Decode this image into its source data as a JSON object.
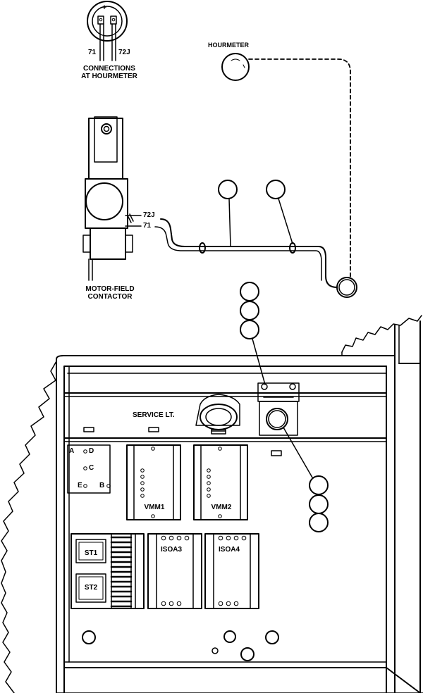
{
  "labels": {
    "hourmeter": "HOURMETER",
    "connections_line1": "CONNECTIONS",
    "connections_line2": "AT HOURMETER",
    "plus_sign": "+",
    "terminal_71": "71",
    "terminal_72j": "72J",
    "contactor_wire_72j": "72J",
    "contactor_wire_71": "71",
    "motor_field_line1": "MOTOR-FIELD",
    "motor_field_line2": "CONTACTOR",
    "service_light": "SERVICE LT.",
    "terminal_a": "A",
    "terminal_d": "D",
    "terminal_c": "C",
    "terminal_e": "E",
    "terminal_b": "B",
    "vmm1": "VMM1",
    "vmm2": "VMM2",
    "isoa3": "ISOA3",
    "isoa4": "ISOA4",
    "st1": "ST1",
    "st2": "ST2"
  },
  "colors": {
    "line": "#000000",
    "background": "#ffffff"
  }
}
